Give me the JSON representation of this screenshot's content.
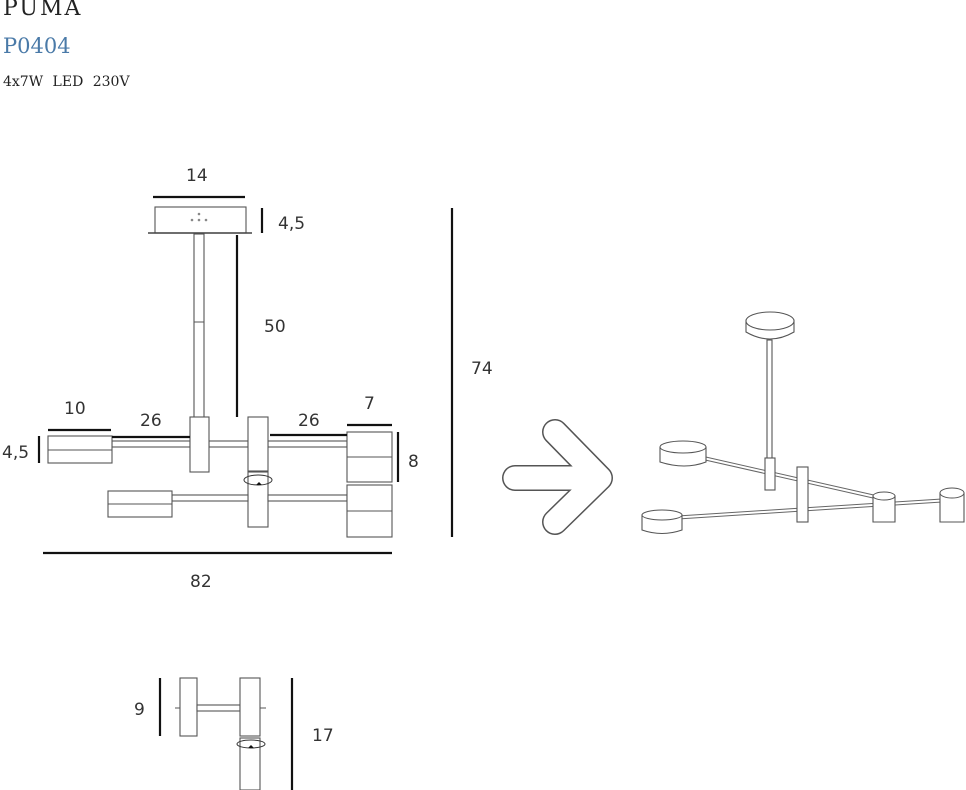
{
  "header": {
    "title": "PUMA",
    "code": "P0404",
    "specs": "4x7W  LED  230V"
  },
  "colors": {
    "code": "#4a7aa8",
    "text": "#222222"
  },
  "dimensions": {
    "canopy_width": "14",
    "canopy_height": "4,5",
    "stem_length": "50",
    "total_height": "74",
    "head_length": "10",
    "arm_left": "26",
    "arm_right": "26",
    "head_width": "7",
    "head_side": "8",
    "head_height": "4,5",
    "total_width": "82",
    "hub_height": "9",
    "lower_height": "17"
  },
  "icons": {
    "arrow": "chevron-right-arrow-icon",
    "rotation": "rotation-icon"
  }
}
